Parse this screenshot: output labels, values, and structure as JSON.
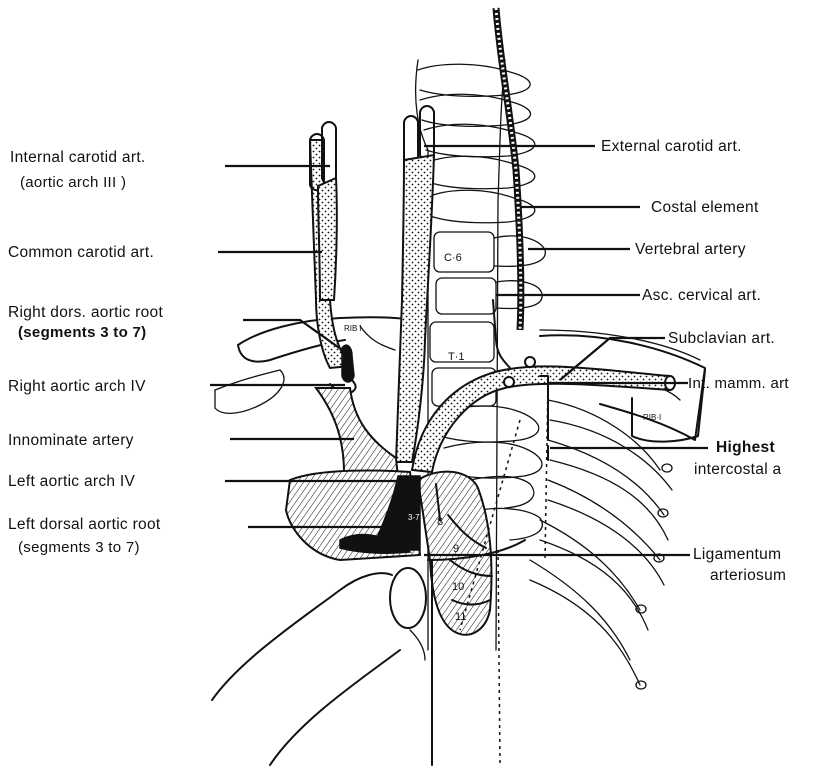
{
  "labels_left": {
    "internal_carotid_line1": "Internal carotid art.",
    "internal_carotid_line2": "(aortic arch III )",
    "common_carotid": "Common carotid art.",
    "right_dors_root_line1": "Right dors. aortic root",
    "right_dors_root_line2": "(segments  3 to 7)",
    "right_aortic_arch": "Right aortic arch  IV",
    "innominate": "Innominate artery",
    "left_aortic_arch": "Left aortic arch  IV",
    "left_dorsal_root_line1": "Left dorsal aortic root",
    "left_dorsal_root_line2": "(segments  3 to 7)"
  },
  "labels_right": {
    "external_carotid": "External carotid  art.",
    "costal_element": "Costal element",
    "vertebral": "Vertebral artery",
    "asc_cervical": "Asc. cervical art.",
    "subclavian": "Subclavian art.",
    "int_mamm": "Int. mamm. art",
    "highest_intercostal_line1": "Highest",
    "highest_intercostal_line2": "intercostal a",
    "ligamentum_line1": "Ligamentum",
    "ligamentum_line2": "arteriosum"
  },
  "inner_labels": {
    "rib1_left": "RIB I",
    "rib1_right": "RIB·I",
    "c6": "C·6",
    "t1": "T·1",
    "seg_3_7": "3-7",
    "seg_8": "8",
    "seg_9": "9",
    "seg_10": "10",
    "seg_11": "11"
  }
}
